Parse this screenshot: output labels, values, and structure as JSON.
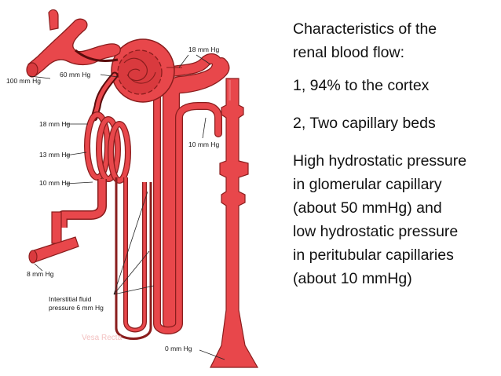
{
  "colors": {
    "vessel_fill": "#e8474b",
    "vessel_outline": "#8a1d1d",
    "dark_band": "#5a0c0c",
    "faint_label": "#f3c2c2"
  },
  "diagram": {
    "labels": {
      "afferent_pressure": "100 mm Hg",
      "glomerular_pressure": "60 mm Hg",
      "bowman_capsule_pressure": "18 mm Hg",
      "peritubular_capillary_pressure": "18 mm Hg",
      "peritubular_mid_pressure": "13 mm Hg",
      "peritubular_low_pressure": "10 mm Hg",
      "tubule_pressure": "10 mm Hg",
      "venous_pressure": "8 mm Hg",
      "interstitial_line1": "Interstitial fluid",
      "interstitial_line2": "pressure 6 mm Hg",
      "collecting_duct_pressure": "0 mm Hg",
      "vasa_recta": "Vesa Recta"
    }
  },
  "text": {
    "heading_line1": "Characteristics of the",
    "heading_line2": "renal blood flow:",
    "point1": "1,  94% to the cortex",
    "point2": "2, Two capillary beds",
    "para_line1": "High hydrostatic pressure",
    "para_line2": "in glomerular capillary",
    "para_line3": "(about 50 mmHg) and",
    "para_line4": "low hydrostatic pressure",
    "para_line5": "in peritubular capillaries",
    "para_line6": "(about 10 mmHg)"
  }
}
